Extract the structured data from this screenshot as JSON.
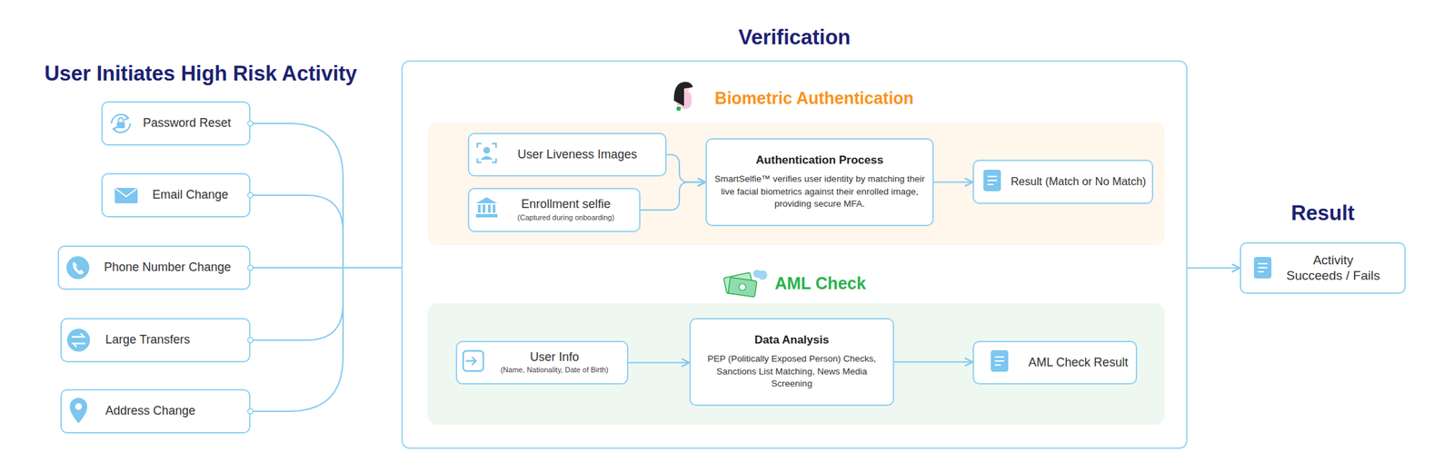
{
  "diagram": {
    "nodes": [
      {
        "text": [
          "Password Reset"
        ]
      },
      {
        "text": [
          "Email Change"
        ]
      },
      {
        "text": [
          "Phone Number Change"
        ]
      },
      {
        "text": [
          "Large Transfers"
        ]
      },
      {
        "text": [
          "Address Change"
        ]
      },
      {
        "text": [
          "Verification"
        ]
      },
      {
        "text": [
          "Biometric Authentication"
        ],
        "in": 5
      },
      {
        "text": [
          "User Liveness Images"
        ],
        "in": 6
      },
      {
        "text": [
          "Enrollment selfie",
          "(Captured during onboarding)"
        ],
        "in": 6
      },
      {
        "text": [
          "Authentication Process",
          "SmartSelfie™ verifies user identity by matching their live facial biometrics against their enrolled image, providing secure MFA."
        ],
        "in": 6
      },
      {
        "text": [
          "Result (Match or No Match)"
        ],
        "in": 6
      },
      {
        "text": [
          "AML Check"
        ],
        "in": 5
      },
      {
        "text": [
          "User Info",
          "(Name, Nationality, Date of Birth)"
        ],
        "in": 11
      },
      {
        "text": [
          "Data Analysis",
          "PEP (Politically Exposed Person) Checks, Sanctions List Matching, News Media Screening"
        ],
        "in": 11
      },
      {
        "text": [
          "AML Check Result"
        ],
        "in": 11
      },
      {
        "text": [
          "Result",
          "Activity Succeeds / Fails"
        ]
      }
    ],
    "edges": [
      {
        "from": 0,
        "to": 5,
        "arrow": "none"
      },
      {
        "from": 1,
        "to": 5,
        "arrow": "none"
      },
      {
        "from": 2,
        "to": 5,
        "arrow": "none"
      },
      {
        "from": 3,
        "to": 5,
        "arrow": "none"
      },
      {
        "from": 4,
        "to": 5,
        "arrow": "none"
      },
      {
        "from": 7,
        "to": 9,
        "arrow": "to"
      },
      {
        "from": 8,
        "to": 9,
        "arrow": "to"
      },
      {
        "from": 9,
        "to": 10,
        "arrow": "to"
      },
      {
        "from": 12,
        "to": 13,
        "arrow": "to"
      },
      {
        "from": 13,
        "to": 14,
        "arrow": "to"
      },
      {
        "from": 5,
        "to": 15,
        "arrow": "to"
      }
    ],
    "labels": [
      "User Initiates High Risk Activity"
    ]
  }
}
